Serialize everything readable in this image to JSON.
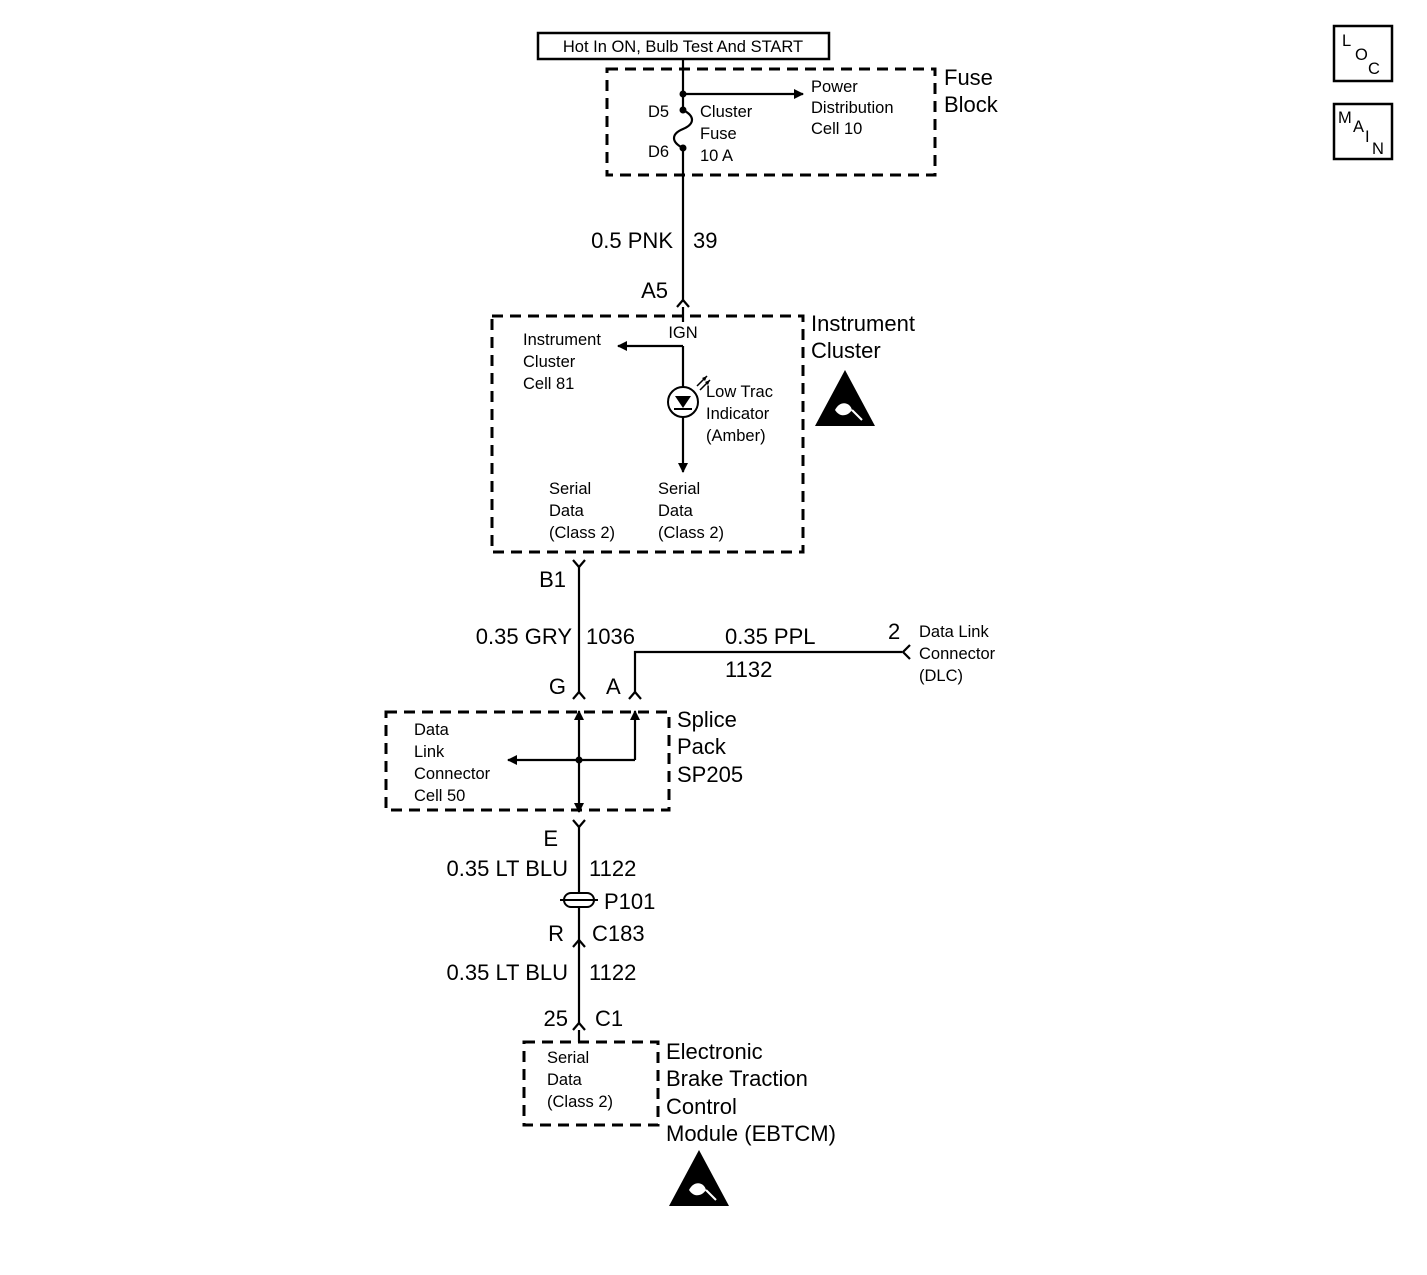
{
  "power_source": {
    "label": "Hot In ON, Bulb Test And START"
  },
  "nav": {
    "loc": [
      "L",
      "O",
      "C"
    ],
    "main": [
      "M",
      "A",
      "I",
      "N"
    ]
  },
  "fuse_block": {
    "title": [
      "Fuse",
      "Block"
    ],
    "pin_in": "D5",
    "pin_out": "D6",
    "fuse_label": [
      "Cluster",
      "Fuse",
      "10 A"
    ],
    "ref": [
      "Power",
      "Distribution",
      "Cell 10"
    ]
  },
  "wire_39": {
    "gauge_color": "0.5 PNK",
    "circuit": "39"
  },
  "instrument_cluster": {
    "title": [
      "Instrument",
      "Cluster"
    ],
    "pin": "A5",
    "ign": "IGN",
    "ref": [
      "Instrument",
      "Cluster",
      "Cell 81"
    ],
    "indicator": [
      "Low Trac",
      "Indicator",
      "(Amber)"
    ],
    "serial_left": [
      "Serial",
      "Data",
      "(Class 2)"
    ],
    "serial_right": [
      "Serial",
      "Data",
      "(Class 2)"
    ],
    "pin_out": "B1"
  },
  "wire_1036": {
    "gauge_color": "0.35 GRY",
    "circuit": "1036"
  },
  "wire_1132": {
    "gauge_color": "0.35 PPL",
    "circuit": "1132",
    "dlc_pin": "2"
  },
  "dlc": {
    "label": [
      "Data Link",
      "Connector",
      "(DLC)"
    ]
  },
  "splice_pack": {
    "title": [
      "Splice",
      "Pack",
      "SP205"
    ],
    "pin_g": "G",
    "pin_a": "A",
    "pin_e": "E",
    "ref": [
      "Data",
      "Link",
      "Connector",
      "Cell 50"
    ]
  },
  "wire_1122_a": {
    "gauge_color": "0.35 LT BLU",
    "circuit": "1122"
  },
  "connector_p101": {
    "label": "P101",
    "pin": "R",
    "connector": "C183"
  },
  "wire_1122_b": {
    "gauge_color": "0.35 LT BLU",
    "circuit": "1122"
  },
  "ebtcm": {
    "pin": "25",
    "connector": "C1",
    "serial": [
      "Serial",
      "Data",
      "(Class 2)"
    ],
    "title": [
      "Electronic",
      "Brake Traction",
      "Control",
      "Module (EBTCM)"
    ]
  }
}
